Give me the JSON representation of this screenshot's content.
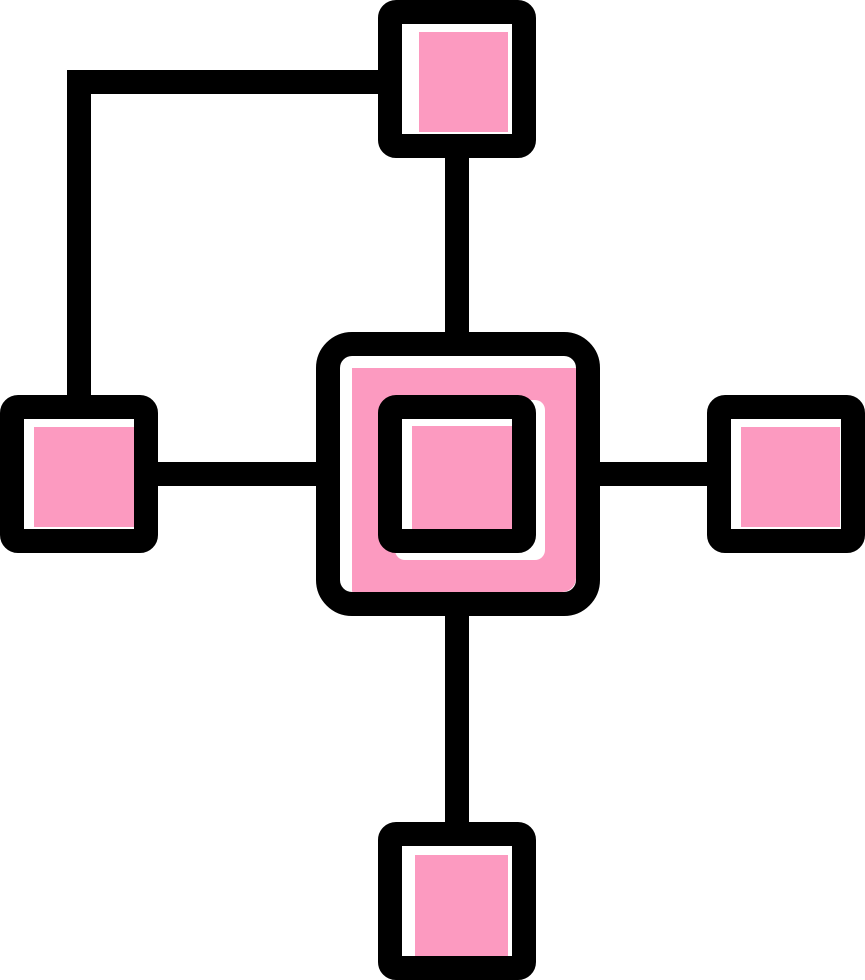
{
  "icon": {
    "name": "network-topology-icon",
    "style": "filled-outline",
    "colors": {
      "outline": "#000000",
      "fill": "#fc9ac0",
      "highlight": "#ffffff",
      "background": "#ffffff"
    },
    "nodes": [
      "top",
      "left",
      "center",
      "right",
      "bottom"
    ],
    "connections": [
      [
        "left",
        "top"
      ],
      [
        "top",
        "center"
      ],
      [
        "left",
        "center"
      ],
      [
        "center",
        "right"
      ],
      [
        "center",
        "bottom"
      ]
    ]
  }
}
